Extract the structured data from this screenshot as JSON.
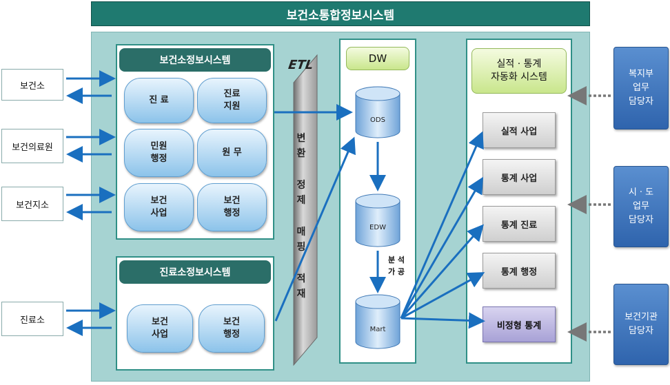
{
  "title": "보건소통합정보시스템",
  "left_entities": [
    {
      "label": "보건소"
    },
    {
      "label": "보건의료원"
    },
    {
      "label": "보건지소"
    },
    {
      "label": "진료소"
    }
  ],
  "health_center_system": {
    "title": "보건소정보시스템",
    "modules": [
      "진 료",
      "진료\n지원",
      "민원\n행정",
      "원 무",
      "보건\n사업",
      "보건\n행정"
    ]
  },
  "clinic_system": {
    "title": "진료소정보시스템",
    "modules": [
      "보건\n사업",
      "보건\n행정"
    ]
  },
  "etl": {
    "label": "ETL",
    "steps": [
      "변",
      "환",
      "정",
      "제",
      "매",
      "핑",
      "적",
      "재"
    ]
  },
  "dw": {
    "title": "DW",
    "stores": [
      "ODS",
      "EDW",
      "Mart"
    ],
    "process_note": "분 석\n가 공"
  },
  "stats_system": {
    "title": "실적 · 통계\n자동화 시스템",
    "items": [
      "실적 사업",
      "통계 사업",
      "통계 진료",
      "통계 행정",
      "비정형 통계"
    ]
  },
  "right_entities": [
    {
      "label": "복지부\n업무\n담당자"
    },
    {
      "label": "시 · 도\n업무\n담당자"
    },
    {
      "label": "보건기관\n담당자"
    }
  ],
  "colors": {
    "title_bar": "#1f7a70",
    "main_background": "#a6d3d2",
    "arrow": "#1a6fbf",
    "module_pill": "#8cc3ea",
    "stats_highlight": "#a8a2d6",
    "user_box": "#2f64ad"
  }
}
